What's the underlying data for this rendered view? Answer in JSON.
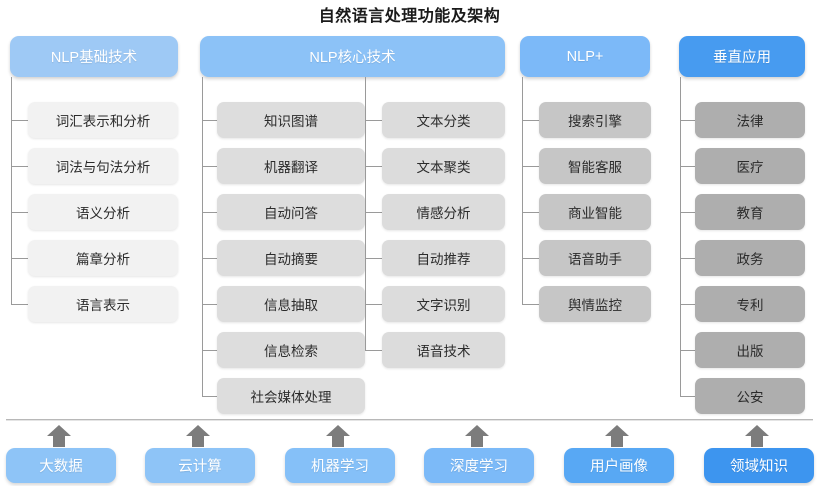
{
  "title": "自然语言处理功能及架构",
  "colors": {
    "header_level1": "#9ec9f5",
    "header_level2": "#8cc2f7",
    "header_level3": "#7cb9f8",
    "header_level4": "#479bf0",
    "node_level1": "#f2f2f2",
    "node_level2": "#dddddd",
    "node_level3": "#dcdcdc",
    "node_level4": "#c6c6c6",
    "node_level5": "#aeaeae",
    "connector": "#9a9a9a",
    "arrow": "#7c7c7c",
    "baseline": "#b8b8b8",
    "title_text": "#1a1a1a",
    "node_text": "#2b2b2b",
    "header_text": "#ffffff"
  },
  "columns": [
    {
      "header": "NLP基础技术",
      "items": [
        "词汇表示和分析",
        "词法与句法分析",
        "语义分析",
        "篇章分析",
        "语言表示"
      ]
    },
    {
      "header": "NLP核心技术",
      "items_left": [
        "知识图谱",
        "机器翻译",
        "自动问答",
        "自动摘要",
        "信息抽取",
        "信息检索",
        "社会媒体处理"
      ],
      "items_right": [
        "文本分类",
        "文本聚类",
        "情感分析",
        "自动推荐",
        "文字识别",
        "语音技术"
      ]
    },
    {
      "header": "NLP+",
      "items": [
        "搜索引擎",
        "智能客服",
        "商业智能",
        "语音助手",
        "舆情监控"
      ]
    },
    {
      "header": "垂直应用",
      "items": [
        "法律",
        "医疗",
        "教育",
        "政务",
        "专利",
        "出版",
        "公安"
      ]
    }
  ],
  "foundation": {
    "blocks": [
      {
        "label": "大数据",
        "color": "#8ec4f7"
      },
      {
        "label": "云计算",
        "color": "#8ec4f7"
      },
      {
        "label": "机器学习",
        "color": "#85c0f8"
      },
      {
        "label": "深度学习",
        "color": "#7cbaf8"
      },
      {
        "label": "用户画像",
        "color": "#58a8f4"
      },
      {
        "label": "领域知识",
        "color": "#3d95ef"
      }
    ],
    "arrow_icon": "up-arrow-icon"
  },
  "watermark": ""
}
